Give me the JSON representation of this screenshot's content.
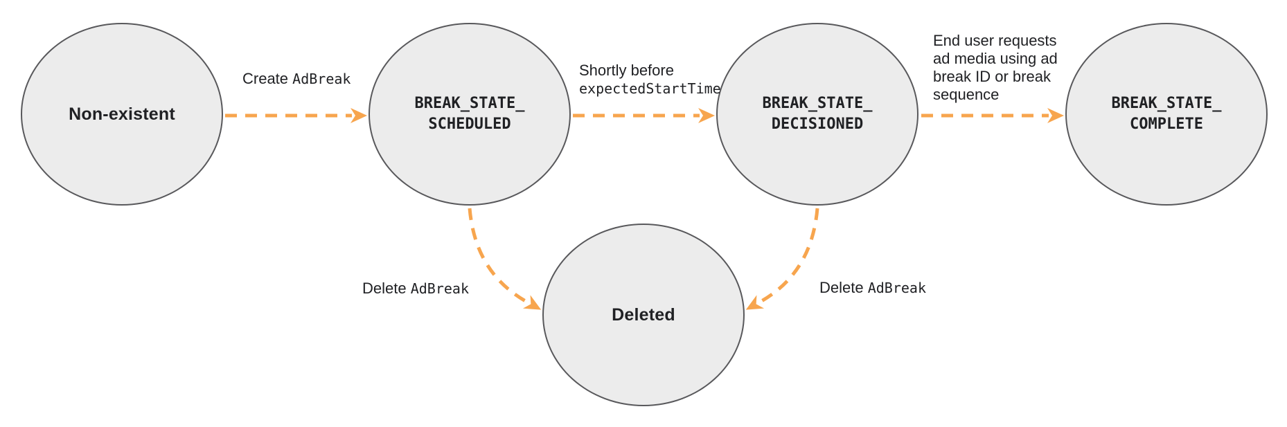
{
  "diagram": {
    "kind": "state-transition-diagram",
    "colors": {
      "arrow": "#F7A54E",
      "node_fill": "#ECECEC",
      "node_border": "#58585B",
      "text": "#202124"
    },
    "nodes": [
      {
        "id": "non-existent",
        "label": "Non-existent"
      },
      {
        "id": "break-state-scheduled",
        "line1": "BREAK_STATE_",
        "line2": "SCHEDULED"
      },
      {
        "id": "break-state-decisioned",
        "line1": "BREAK_STATE_",
        "line2": "DECISIONED"
      },
      {
        "id": "break-state-complete",
        "line1": "BREAK_STATE_",
        "line2": "COMPLETE"
      },
      {
        "id": "deleted",
        "label": "Deleted"
      }
    ],
    "edges": [
      {
        "id": "create-adbreak",
        "from": "non-existent",
        "to": "break-state-scheduled",
        "plain": "Create ",
        "code": "AdBreak"
      },
      {
        "id": "shortly-before",
        "from": "break-state-scheduled",
        "to": "break-state-decisioned",
        "line1_plain": "Shortly before",
        "line2_code": "expectedStartTime"
      },
      {
        "id": "end-user-requests",
        "from": "break-state-decisioned",
        "to": "break-state-complete",
        "text": "End user requests ad media using ad break ID or break sequence"
      },
      {
        "id": "delete-adbreak-left",
        "from": "break-state-scheduled",
        "to": "deleted",
        "plain": "Delete ",
        "code": "AdBreak"
      },
      {
        "id": "delete-adbreak-right",
        "from": "break-state-decisioned",
        "to": "deleted",
        "plain": "Delete ",
        "code": "AdBreak"
      }
    ]
  }
}
